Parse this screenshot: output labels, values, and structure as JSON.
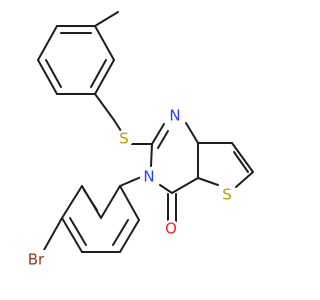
{
  "molecule": {
    "atom_labels": {
      "sulfur_thioether": "S",
      "nitrogen_ring_top": "N",
      "nitrogen_ring_substituted": "N",
      "sulfur_thiophene": "S",
      "oxygen_carbonyl": "O",
      "bromine": "Br"
    },
    "colors": {
      "bond": "#1f1f1f",
      "sulfur": "#b5a000",
      "nitrogen": "#2b3cff",
      "oxygen": "#ff1f1f",
      "bromine": "#8b3a1f",
      "background": "#ffffff"
    }
  }
}
